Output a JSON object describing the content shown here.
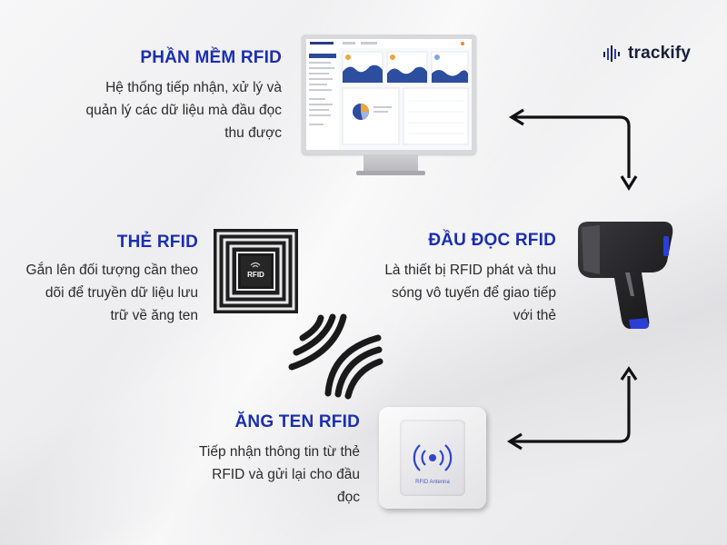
{
  "brand": {
    "logo_text": "trackify",
    "color": "#1b1d3a"
  },
  "accent_color": "#1a2fb0",
  "nodes": {
    "software": {
      "title": "PHẦN MỀM RFID",
      "description": "Hệ thống tiếp nhận, xử lý và quản lý các dữ liệu mà đầu đọc thu được"
    },
    "tag": {
      "title": "THẺ RFID",
      "description": "Gắn lên đối tượng cần theo dõi để truyền dữ liệu lưu trữ về ăng ten",
      "chip_label": "RFID"
    },
    "reader": {
      "title": "ĐẦU ĐỌC RFID",
      "description": "Là thiết bị RFID phát và thu sóng vô tuyến để giao tiếp với thẻ"
    },
    "antenna": {
      "title": "ĂNG TEN RFID",
      "description": "Tiếp nhận thông tin từ thẻ RFID và gửi lại cho đầu đọc",
      "device_label": "RFID Antenna"
    }
  },
  "icons": [
    "monitor-icon",
    "rfid-tag-icon",
    "rfid-reader-icon",
    "antenna-icon",
    "radio-waves-icon",
    "double-arrow-icon",
    "logo-bars-icon"
  ]
}
